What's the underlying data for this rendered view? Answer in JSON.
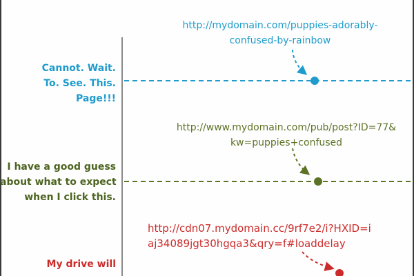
{
  "title_partial": "",
  "rows": [
    {
      "label_lines": [
        "Cannot. Wait.",
        "To. See. This.",
        "Page!!!"
      ],
      "url_lines": [
        "http://mydomain.com/puppies-adorably-",
        "confused-by-rainbow"
      ],
      "color": "#1f9ccc"
    },
    {
      "label_lines": [
        "I have a good guess",
        "about what to expect",
        "when I click this."
      ],
      "url_lines": [
        "http://www.mydomain.com/pub/post?ID=77&",
        "kw=puppies+confused"
      ],
      "color": "#5c7326"
    },
    {
      "label_lines": [
        "My drive will"
      ],
      "url_lines": [
        "http://cdn07.mydomain.cc/9rf7e2/i?HXID=i",
        "aj34089jgt30hgqa3&qry=f#loaddelay"
      ],
      "color": "#cc2b2b"
    }
  ]
}
